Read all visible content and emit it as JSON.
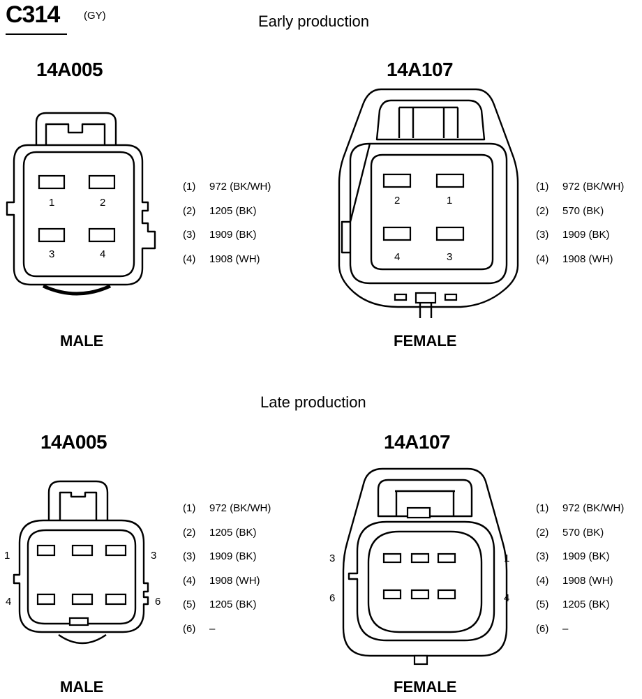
{
  "connector": {
    "id": "C314",
    "color_code": "(GY)"
  },
  "early": {
    "title": "Early production",
    "male": {
      "part": "14A005",
      "label": "MALE",
      "cavity_numbers": [
        "1",
        "2",
        "3",
        "4"
      ],
      "pins": [
        {
          "num": "(1)",
          "desc": "972 (BK/WH)"
        },
        {
          "num": "(2)",
          "desc": "1205 (BK)"
        },
        {
          "num": "(3)",
          "desc": "1909 (BK)"
        },
        {
          "num": "(4)",
          "desc": "1908 (WH)"
        }
      ]
    },
    "female": {
      "part": "14A107",
      "label": "FEMALE",
      "cavity_numbers": [
        "2",
        "1",
        "4",
        "3"
      ],
      "pins": [
        {
          "num": "(1)",
          "desc": "972 (BK/WH)"
        },
        {
          "num": "(2)",
          "desc": "570 (BK)"
        },
        {
          "num": "(3)",
          "desc": "1909 (BK)"
        },
        {
          "num": "(4)",
          "desc": "1908 (WH)"
        }
      ]
    }
  },
  "late": {
    "title": "Late production",
    "male": {
      "part": "14A005",
      "label": "MALE",
      "side_numbers": {
        "top_left": "1",
        "top_right": "3",
        "bottom_left": "4",
        "bottom_right": "6"
      },
      "pins": [
        {
          "num": "(1)",
          "desc": "972 (BK/WH)"
        },
        {
          "num": "(2)",
          "desc": "1205 (BK)"
        },
        {
          "num": "(3)",
          "desc": "1909 (BK)"
        },
        {
          "num": "(4)",
          "desc": "1908 (WH)"
        },
        {
          "num": "(5)",
          "desc": "1205 (BK)"
        },
        {
          "num": "(6)",
          "desc": "–"
        }
      ]
    },
    "female": {
      "part": "14A107",
      "label": "FEMALE",
      "side_numbers": {
        "top_left": "3",
        "top_right": "1",
        "bottom_left": "6",
        "bottom_right": "4"
      },
      "pins": [
        {
          "num": "(1)",
          "desc": "972 (BK/WH)"
        },
        {
          "num": "(2)",
          "desc": "570 (BK)"
        },
        {
          "num": "(3)",
          "desc": "1909 (BK)"
        },
        {
          "num": "(4)",
          "desc": "1908 (WH)"
        },
        {
          "num": "(5)",
          "desc": "1205 (BK)"
        },
        {
          "num": "(6)",
          "desc": "–"
        }
      ]
    }
  }
}
